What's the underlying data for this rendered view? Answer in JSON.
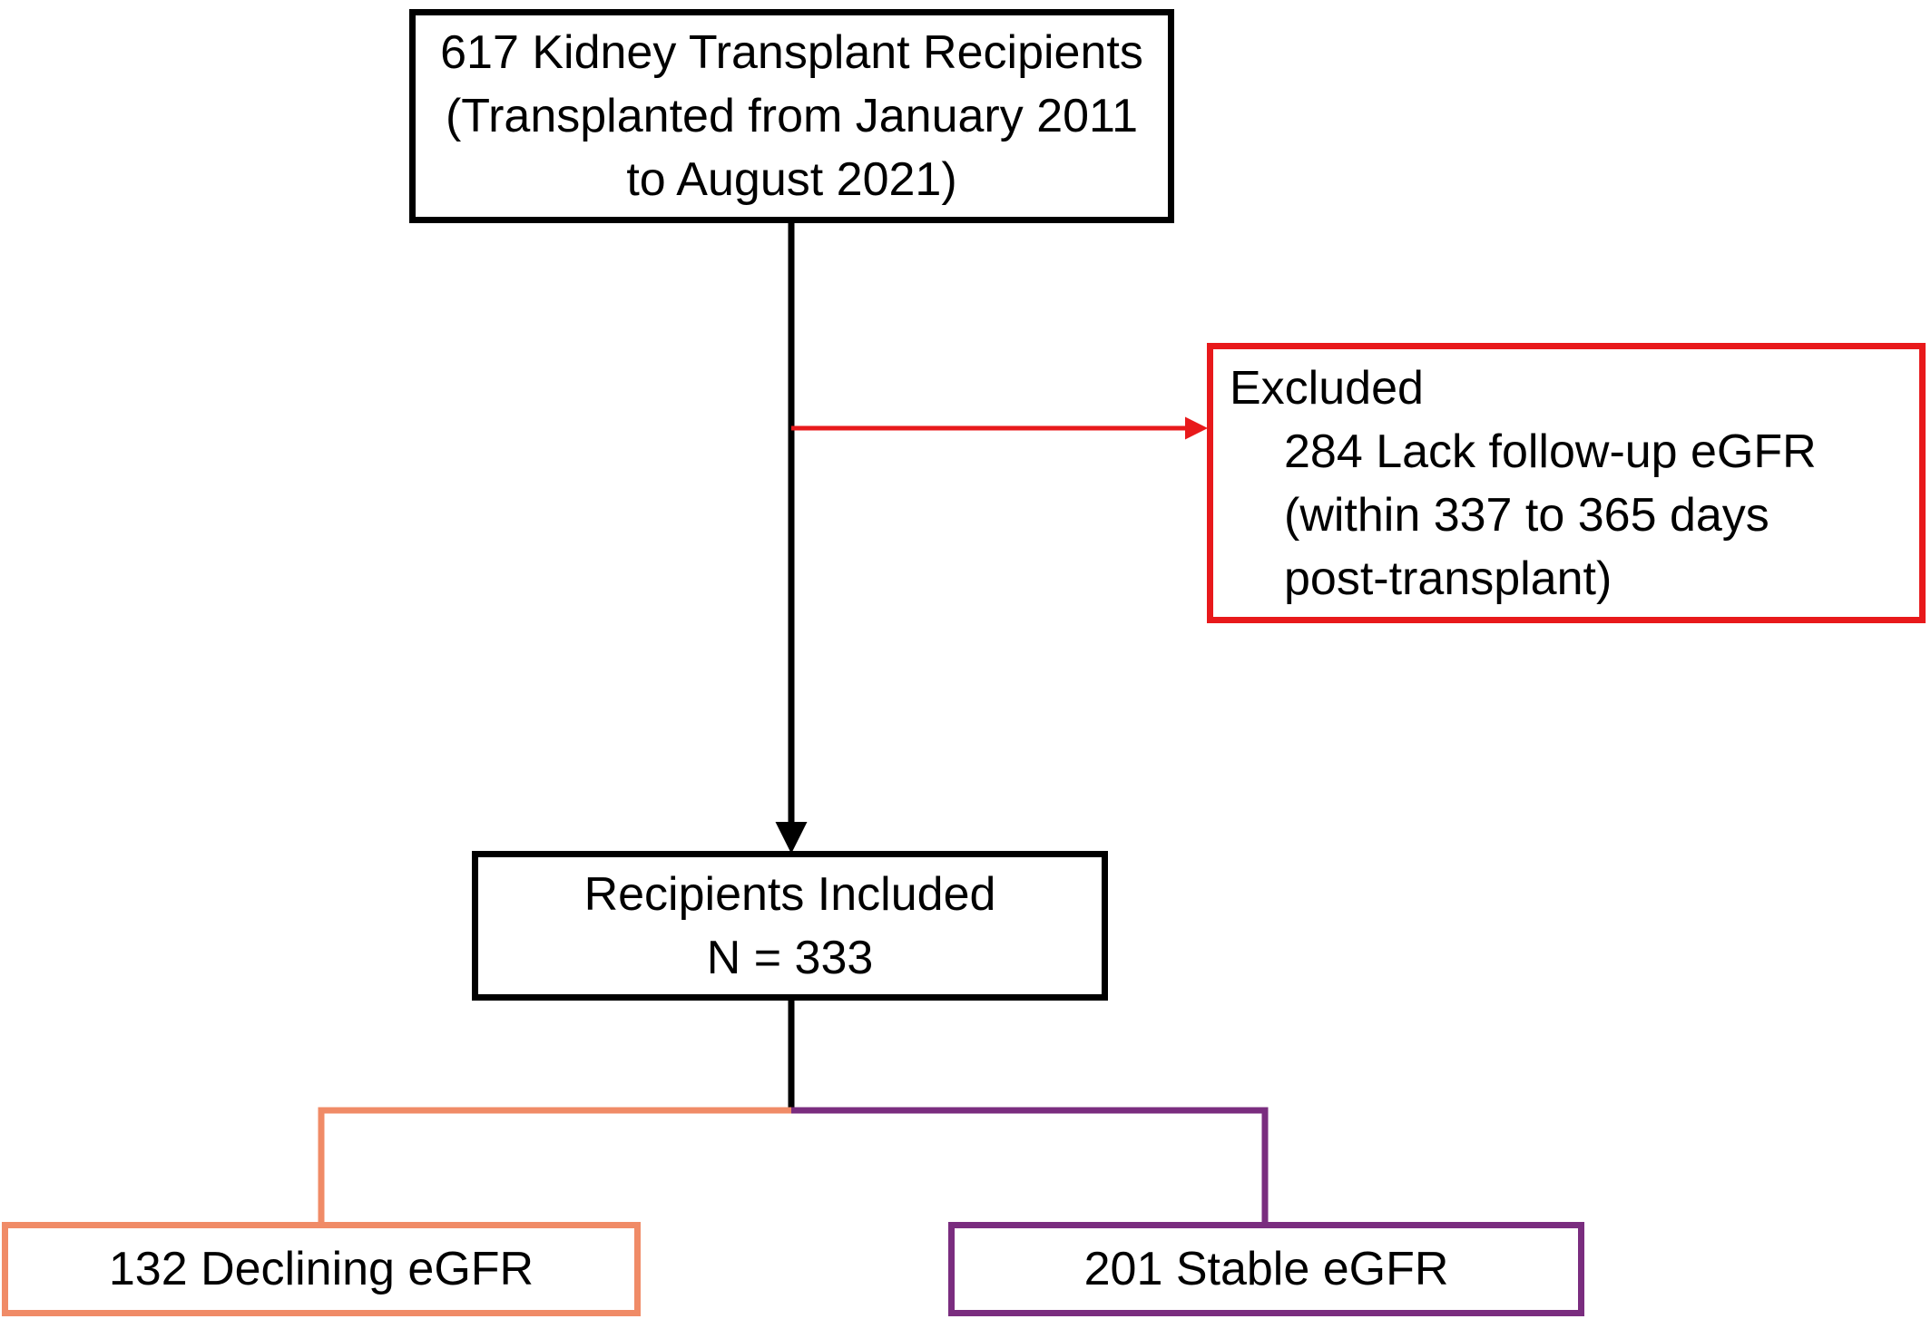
{
  "diagram": {
    "top_box": {
      "lines": [
        "617 Kidney Transplant Recipients",
        "(Transplanted from January 2011",
        "to August 2021)"
      ],
      "border_color": "#000000"
    },
    "excluded_box": {
      "heading": "Excluded",
      "lines": [
        "284 Lack follow-up eGFR",
        "(within 337 to 365 days",
        "post-transplant)"
      ],
      "border_color": "#e8191b"
    },
    "included_box": {
      "lines": [
        "Recipients Included",
        "N = 333"
      ],
      "border_color": "#000000"
    },
    "declining_box": {
      "label": "132 Declining eGFR",
      "border_color": "#f08b67"
    },
    "stable_box": {
      "label": "201 Stable eGFR",
      "border_color": "#7a2d7f"
    },
    "colors": {
      "main_flow": "#000000",
      "exclusion_arrow": "#e8191b",
      "declining_branch": "#f08b67",
      "stable_branch": "#7a2d7f"
    }
  }
}
